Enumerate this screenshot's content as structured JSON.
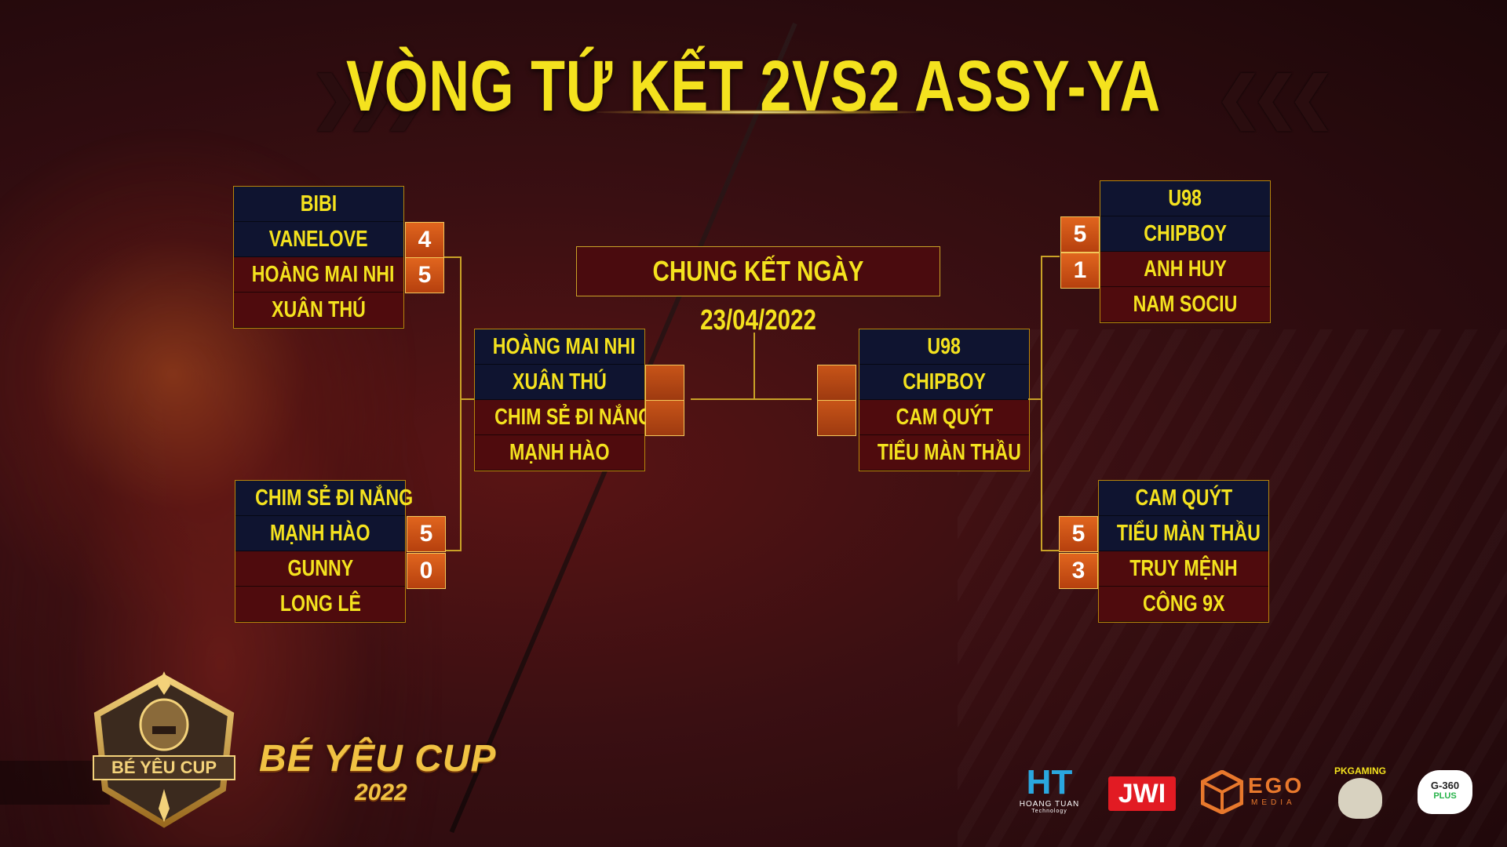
{
  "title": "VÒNG TỨ KẾT 2VS2 ASSY-YA",
  "final_label": "CHUNG KẾT NGÀY 23/04/2022",
  "quarterfinals": {
    "top_left": {
      "team_a": [
        "BIBI",
        "VANELOVE"
      ],
      "team_b": [
        "HOÀNG MAI NHI",
        "XUÂN THÚ"
      ],
      "score_a": "4",
      "score_b": "5"
    },
    "bottom_left": {
      "team_a": [
        "CHIM SẺ ĐI NẮNG",
        "MẠNH HÀO"
      ],
      "team_b": [
        "GUNNY",
        "LONG LÊ"
      ],
      "score_a": "5",
      "score_b": "0"
    },
    "top_right": {
      "team_a": [
        "U98",
        "CHIPBOY"
      ],
      "team_b": [
        "ANH HUY",
        "NAM SOCIU"
      ],
      "score_a": "5",
      "score_b": "1"
    },
    "bottom_right": {
      "team_a": [
        "CAM QUÝT",
        "TIỂU MÀN THẦU"
      ],
      "team_b": [
        "TRUY MỆNH",
        "CÔNG 9X"
      ],
      "score_a": "5",
      "score_b": "3"
    }
  },
  "semifinals": {
    "left": {
      "team_a": [
        "HOÀNG MAI NHI",
        "XUÂN THÚ"
      ],
      "team_b": [
        "CHIM SẺ ĐI NẮNG",
        "MẠNH HÀO"
      ]
    },
    "right": {
      "team_a": [
        "U98",
        "CHIPBOY"
      ],
      "team_b": [
        "CAM QUÝT",
        "TIỂU MÀN THẦU"
      ]
    }
  },
  "branding": {
    "badge_text": "BÉ YÊU CUP",
    "cup_name": "BÉ YÊU CUP",
    "cup_year": "2022"
  },
  "sponsors": {
    "hoang_tuan": {
      "mark": "HT",
      "name": "HOANG TUAN",
      "sub": "Technology"
    },
    "jwi": "JWI",
    "ego": {
      "word": "EGO",
      "sub": "MEDIA"
    },
    "pkgaming": "PKGAMING",
    "g360": {
      "a": "G-360",
      "b": "PLUS"
    }
  },
  "colors": {
    "accent_yellow": "#f4e21e",
    "score_orange": "#d4561a",
    "navy_row": "#0f1430",
    "maroon_row": "#4f0b0d",
    "gold_line": "#c9a227"
  }
}
